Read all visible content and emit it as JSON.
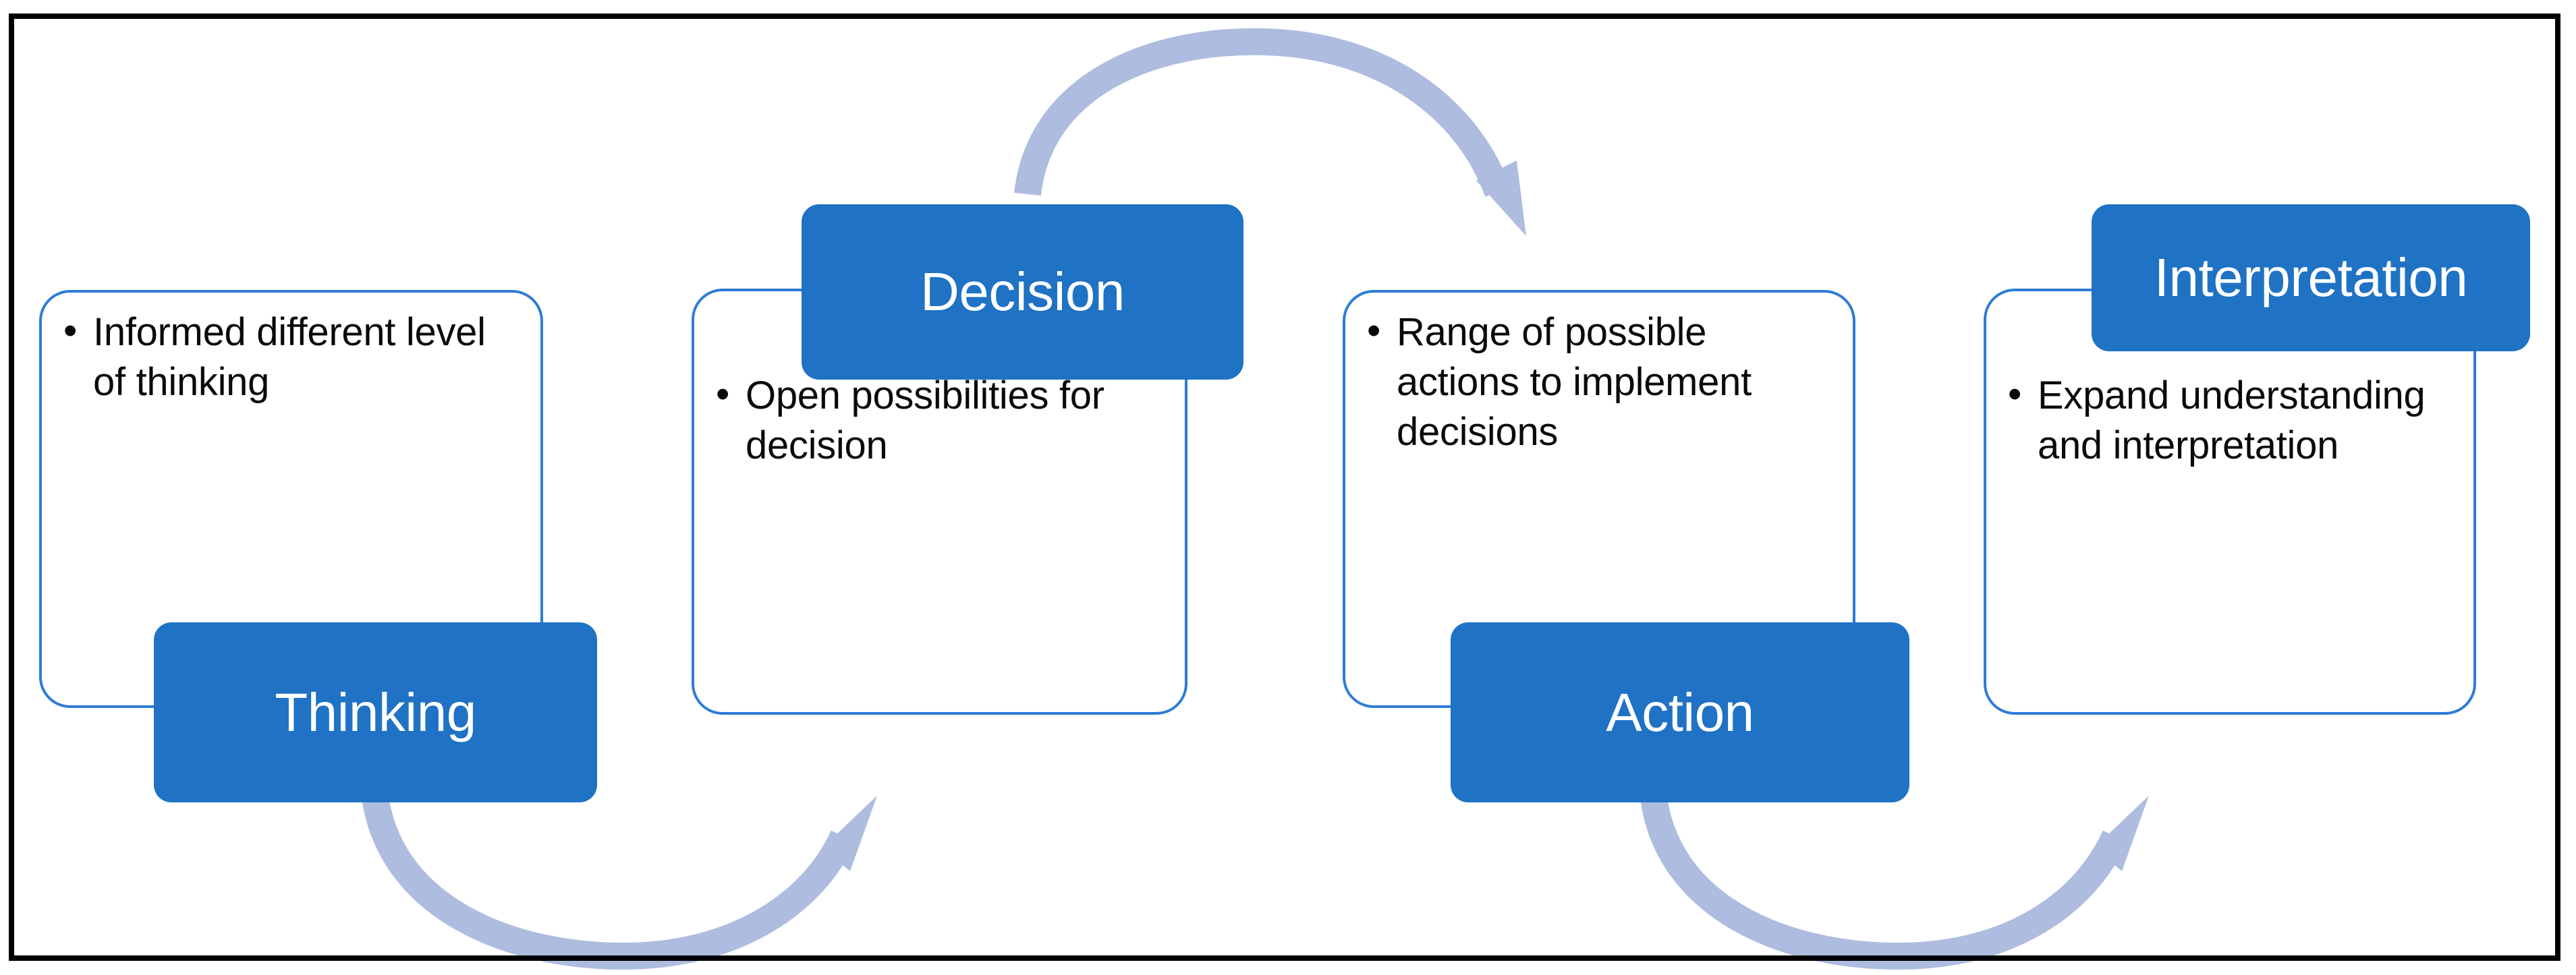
{
  "diagram": {
    "title": "Thinking - Decision - Action - Interpretation cycle",
    "frame_color": "#000000",
    "chip_color": "#1F72C4",
    "card_border_color": "#2E7CD6",
    "arrow_color": "#AEBCDF",
    "background": "#FFFFFF",
    "stages": [
      {
        "id": "thinking",
        "label": "Thinking",
        "label_position": "bottom-right",
        "bullets": [
          "Informed different level of thinking"
        ]
      },
      {
        "id": "decision",
        "label": "Decision",
        "label_position": "top-right",
        "bullets": [
          "Open possibilities for decision"
        ]
      },
      {
        "id": "action",
        "label": "Action",
        "label_position": "bottom-right",
        "bullets": [
          "Range of possible actions to implement decisions"
        ]
      },
      {
        "id": "interpretation",
        "label": "Interpretation",
        "label_position": "top-right",
        "bullets": [
          "Expand understanding and interpretation"
        ]
      }
    ],
    "arrows": [
      {
        "id": "thinking-to-decision",
        "from": "thinking",
        "to": "decision",
        "shape": "arc-down",
        "direction": "left-to-right"
      },
      {
        "id": "decision-to-action",
        "from": "decision",
        "to": "action",
        "shape": "arc-up",
        "direction": "left-to-right"
      },
      {
        "id": "action-to-interpretation",
        "from": "action",
        "to": "interpretation",
        "shape": "arc-down",
        "direction": "left-to-right"
      }
    ]
  }
}
